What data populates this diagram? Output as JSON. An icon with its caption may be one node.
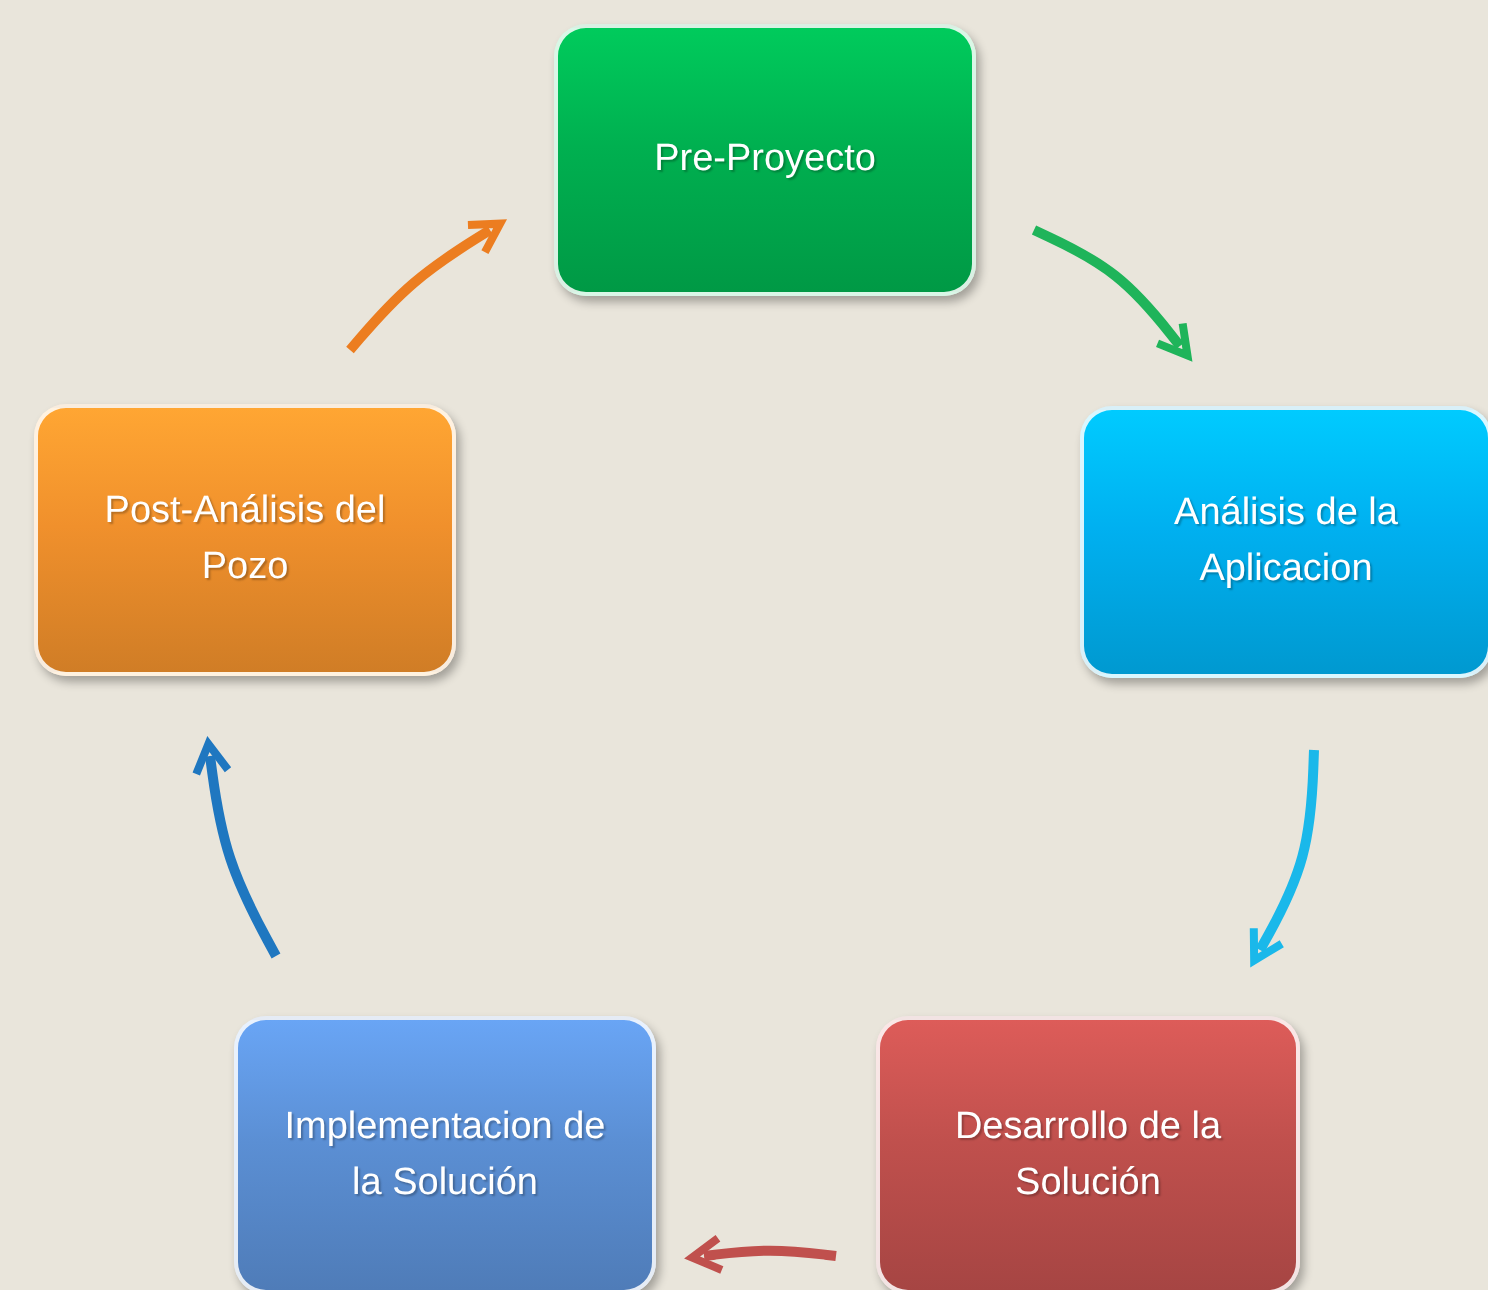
{
  "diagram": {
    "nodes": [
      {
        "text": [
          "Pre-Proyecto"
        ]
      },
      {
        "text": [
          "Análisis de la Aplicacion"
        ]
      },
      {
        "text": [
          "Desarrollo de la Solución"
        ]
      },
      {
        "text": [
          "Implementacion de la Solución"
        ]
      },
      {
        "text": [
          "Post-Análisis del Pozo"
        ]
      }
    ],
    "edges": [
      {
        "from": 0,
        "to": 1,
        "arrow": "to",
        "color": "#1fb45a"
      },
      {
        "from": 1,
        "to": 2,
        "arrow": "to",
        "color": "#1ab8ea"
      },
      {
        "from": 2,
        "to": 3,
        "arrow": "to",
        "color": "#c0504d"
      },
      {
        "from": 3,
        "to": 4,
        "arrow": "to",
        "color": "#1f77c0"
      },
      {
        "from": 4,
        "to": 0,
        "arrow": "to",
        "color": "#ec7d20"
      }
    ]
  }
}
